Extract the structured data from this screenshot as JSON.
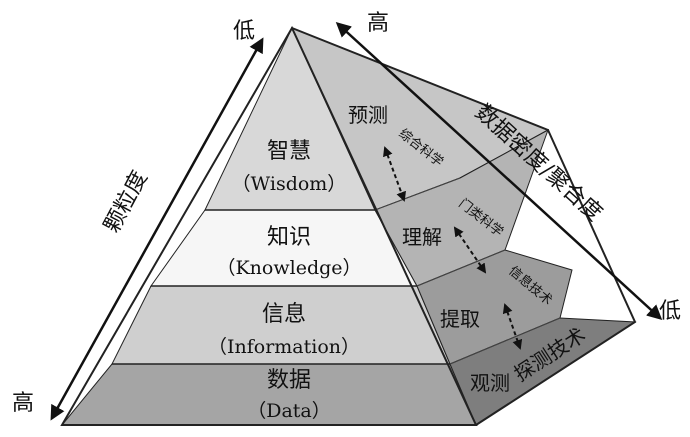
{
  "layers": [
    {
      "zh": "智慧",
      "en": "（Wisdom）"
    },
    {
      "zh": "知识",
      "en": "（Knowledge）"
    },
    {
      "zh": "信息",
      "en": "（Information）"
    },
    {
      "zh": "数据",
      "en": "（Data）"
    }
  ],
  "side_actions": [
    "预测",
    "理解",
    "提取",
    "观测"
  ],
  "side_sciences": [
    "综合科学",
    "门类科学",
    "信息技术"
  ],
  "side_tech": "探测技术",
  "left_axis": {
    "label": "颗粒度",
    "top": "低",
    "bottom": "高"
  },
  "right_axis": {
    "label": "数据密度/聚合度",
    "top": "高",
    "bottom": "低"
  },
  "colors": {
    "wisdom_fill": "#d8d8d8",
    "knowledge_fill": "#f6f6f6",
    "information_fill": "#cfcfcf",
    "data_fill": "#a5a5a5",
    "side_top": "#c6c6c6",
    "side_mid": "#b4b4b4",
    "side_low": "#9c9c9c",
    "side_base": "#7e7e7e",
    "outline": "#222222"
  }
}
